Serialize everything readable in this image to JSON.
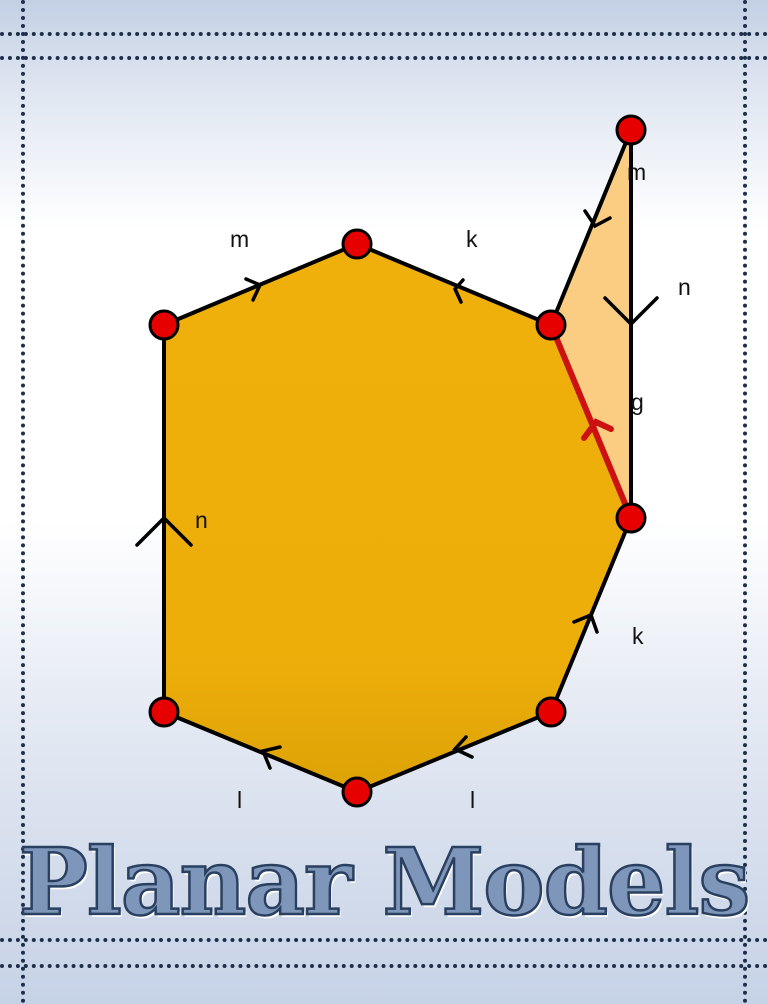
{
  "title": "Planar Models",
  "colors": {
    "polygon_fill": "#eeae0a",
    "triangle_fill": "#fbcd83",
    "vertex_fill": "#e60000",
    "highlight_edge": "#cc1111",
    "frame": "#1f2f4b"
  },
  "edge_labels": {
    "top_left": "m",
    "top_right": "k",
    "left": "n",
    "bottom_left": "l",
    "bottom_right": "l",
    "right_lower": "k",
    "triangle_top": "m",
    "triangle_right": "n",
    "diagonal": "g"
  }
}
